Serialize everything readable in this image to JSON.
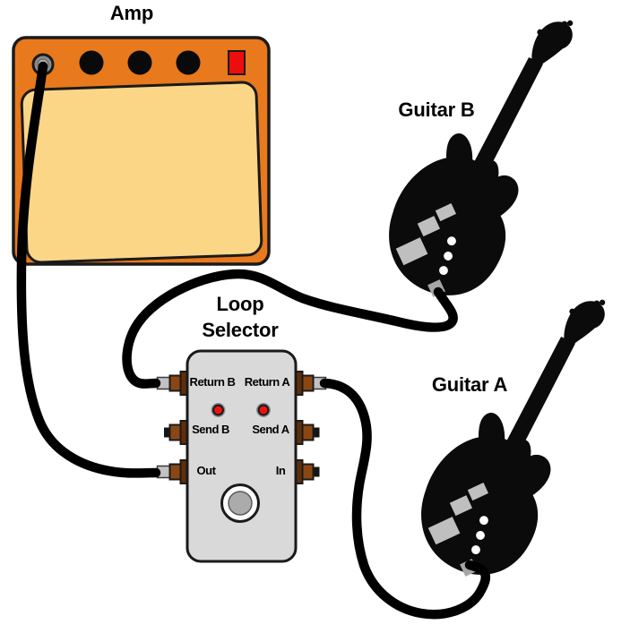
{
  "amp": {
    "label": "Amp",
    "knob_count": 3,
    "has_power_switch": true
  },
  "guitars": {
    "b": {
      "label": "Guitar B"
    },
    "a": {
      "label": "Guitar A"
    }
  },
  "pedal": {
    "title_line1": "Loop",
    "title_line2": "Selector",
    "led_count": 2,
    "jacks": {
      "return_b": {
        "label": "Return B",
        "plugged": true
      },
      "return_a": {
        "label": "Return A",
        "plugged": true
      },
      "send_b": {
        "label": "Send B",
        "plugged": false
      },
      "send_a": {
        "label": "Send A",
        "plugged": false
      },
      "out": {
        "label": "Out",
        "plugged": true
      },
      "in": {
        "label": "In",
        "plugged": false
      }
    }
  },
  "connections": [
    {
      "from": "Loop Selector Out",
      "to": "Amp input"
    },
    {
      "from": "Guitar B",
      "to": "Loop Selector Return B"
    },
    {
      "from": "Guitar A",
      "to": "Loop Selector Return A"
    }
  ],
  "colors": {
    "background": "#FFFFFF",
    "amp_body": "#E8791C",
    "amp_grille": "#FCD687",
    "knob": "#0A0A0A",
    "power_switch": "#EE0D0D",
    "amp_jack_ring": "#8C8C8C",
    "amp_jack_center": "#B5B5B5",
    "pedal_body": "#D9D9D9",
    "jack_nut": "#8A4714",
    "jack_flange": "#5F2F0A",
    "jack_tip": "#141414",
    "plug_sleeve": "#C2C2C2",
    "led": "#ED1212",
    "led_ring": "#1A1A1A",
    "footswitch_ring": "#FFFFFF",
    "footswitch_center": "#ABABAB",
    "cable": "#000000",
    "guitar": "#0B0B0B",
    "pickup": "#BFBFBF",
    "guitar_jack": "#A6A6A6",
    "guitar_dot": "#FFFFFF"
  }
}
